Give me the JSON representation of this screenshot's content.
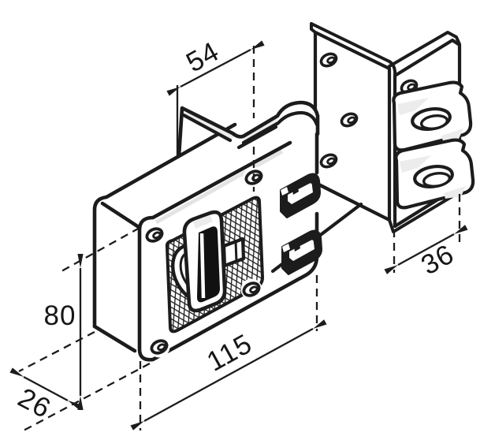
{
  "figure": {
    "kind": "technical line drawing",
    "subject": "rim lock body with thumbturn and matching strike keeper, axonometric view with dimension arrows"
  },
  "dimensions": {
    "flange_width": "54",
    "body_height": "80",
    "body_depth": "26",
    "body_length": "115",
    "keeper_depth": "36"
  },
  "colors": {
    "line": "#1c1c1c",
    "background": "#ffffff",
    "shading": "#ececec"
  }
}
